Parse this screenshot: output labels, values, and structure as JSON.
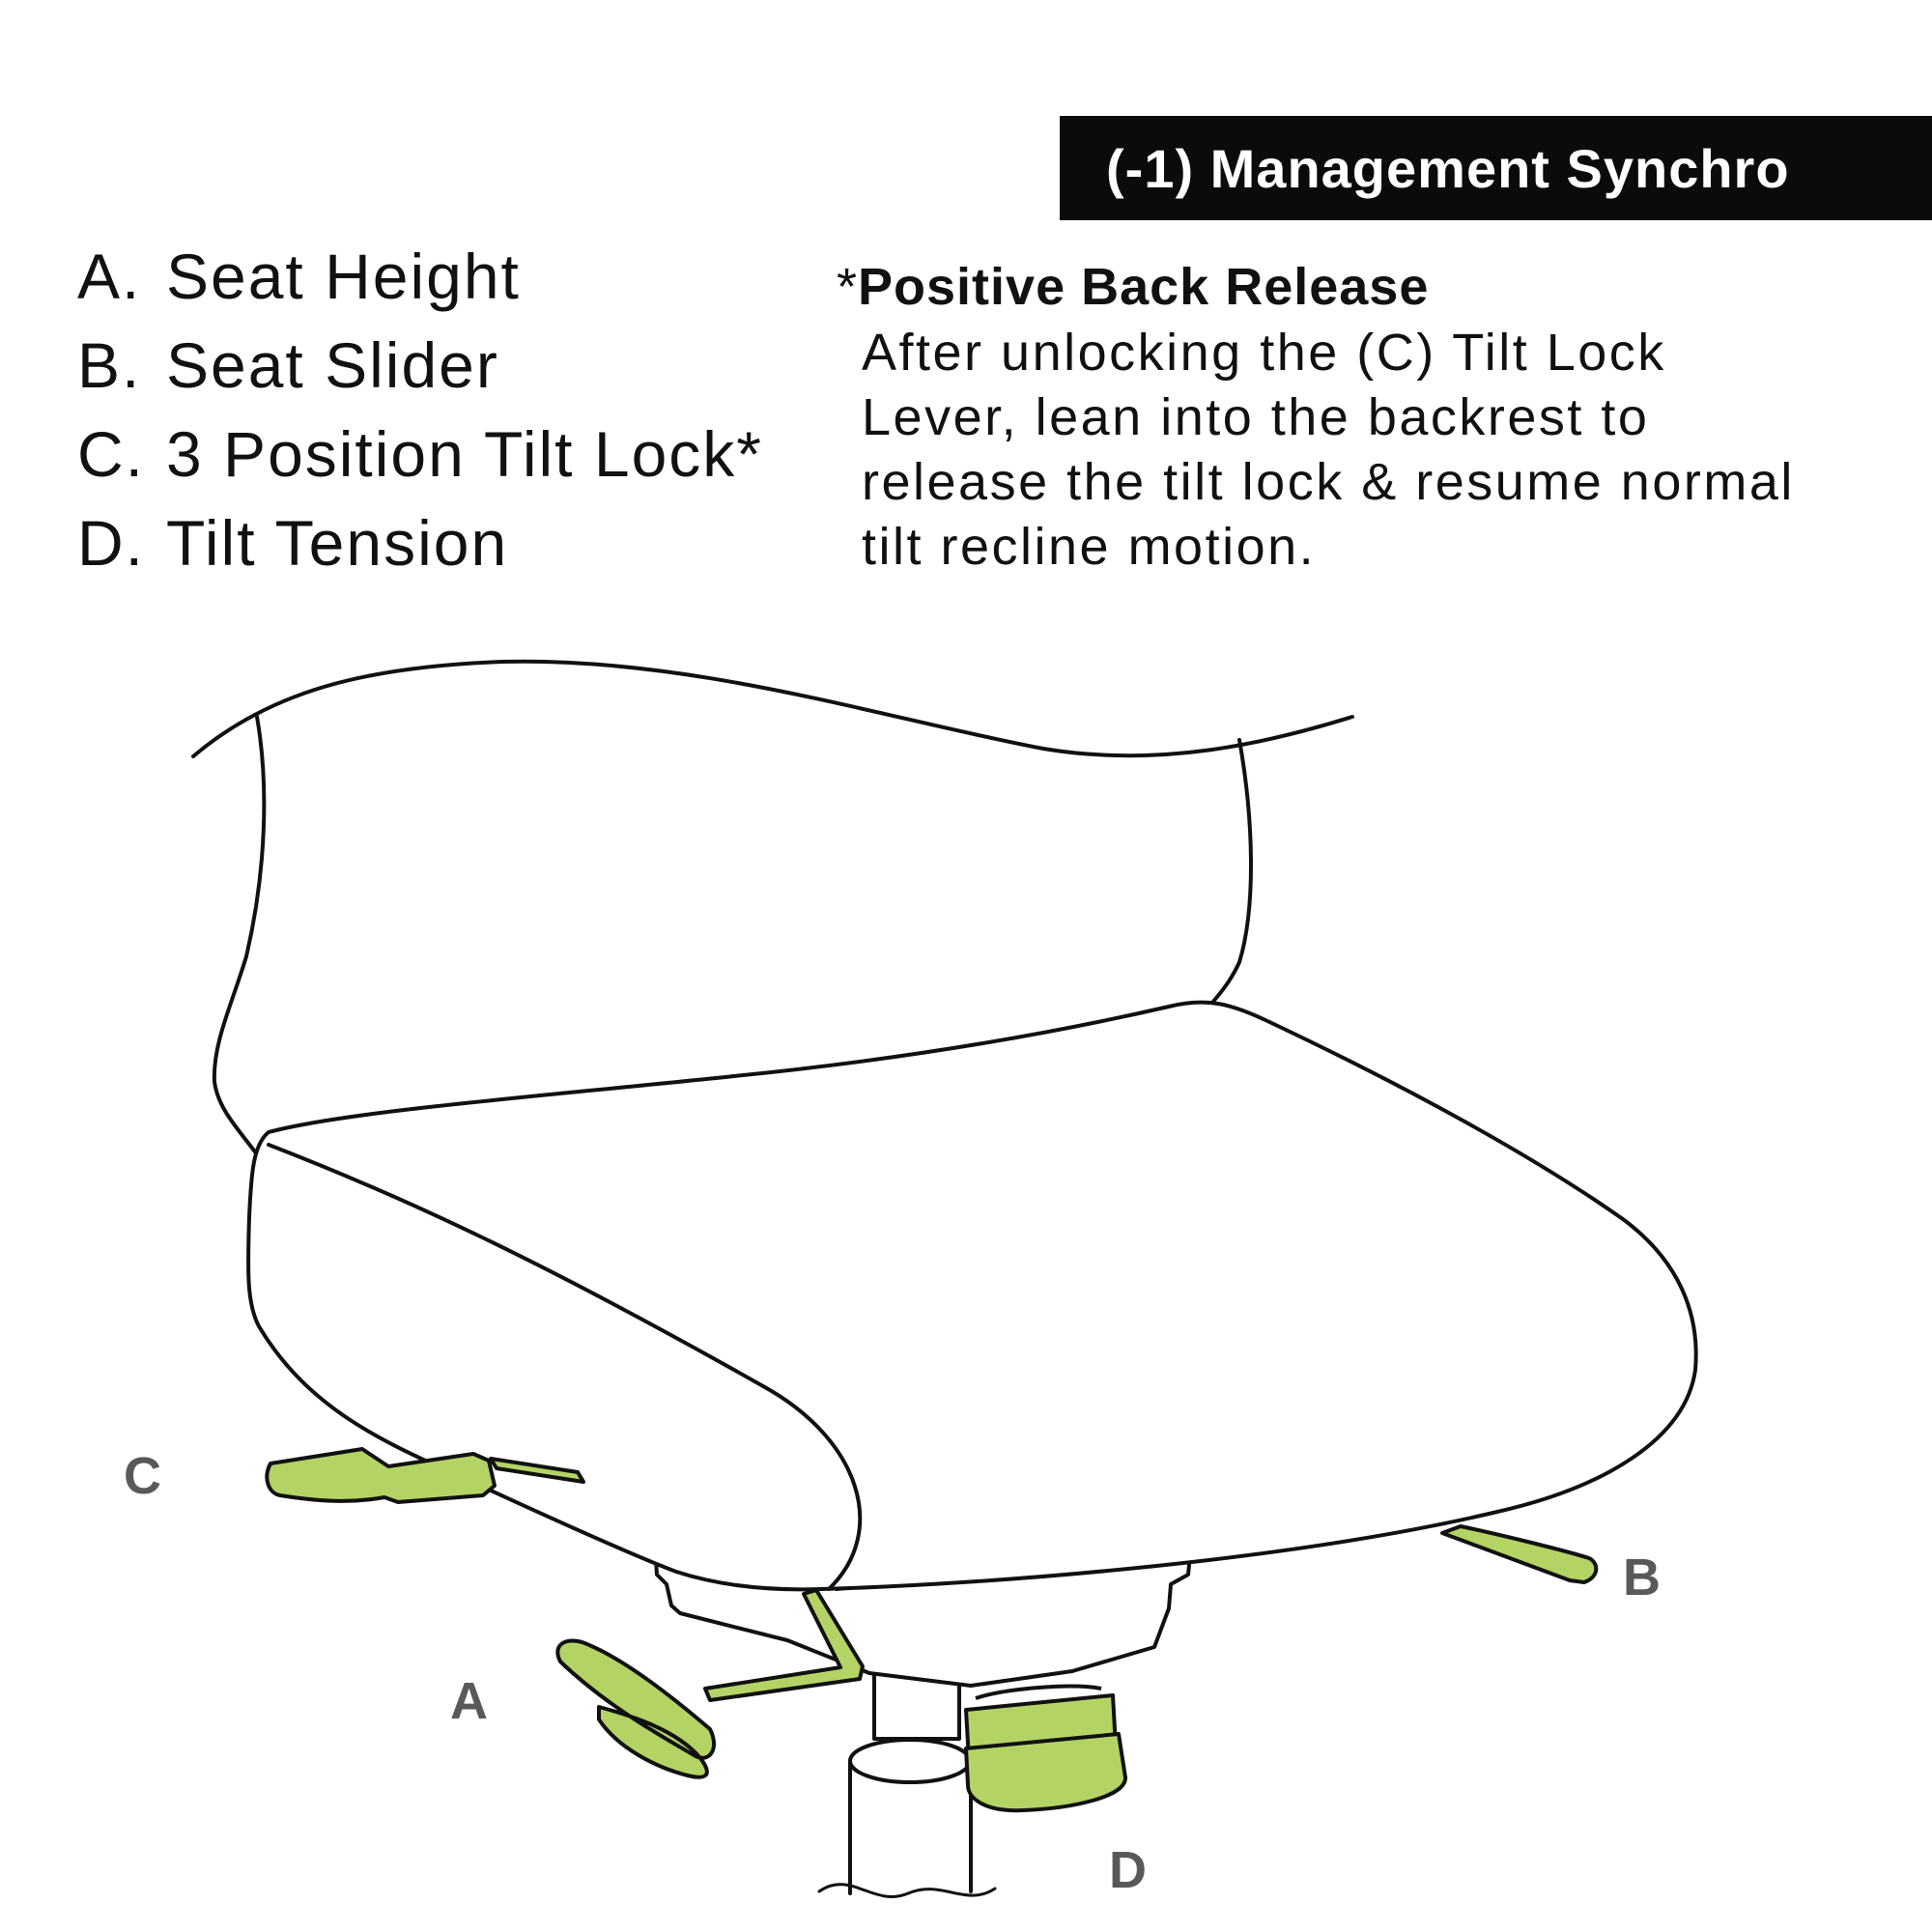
{
  "header": {
    "title": "(-1) Management Synchro"
  },
  "legend": {
    "items": [
      {
        "key": "A.",
        "label": "Seat Height"
      },
      {
        "key": "B.",
        "label": "Seat Slider"
      },
      {
        "key": "C.",
        "label": "3 Position Tilt Lock*"
      },
      {
        "key": "D.",
        "label": "Tilt Tension"
      }
    ]
  },
  "note": {
    "marker": "*",
    "title": "Positive Back Release",
    "lines": [
      "After unlocking the (C) Tilt Lock",
      "Lever, lean into the backrest to",
      "release the tilt lock & resume normal",
      "tilt recline motion."
    ]
  },
  "callouts": {
    "a": "A",
    "b": "B",
    "c": "C",
    "d": "D"
  },
  "colors": {
    "control_green": "#b3d465",
    "outline": "#111111",
    "callout_gray": "#58595b",
    "banner": "#0b0b0b"
  }
}
